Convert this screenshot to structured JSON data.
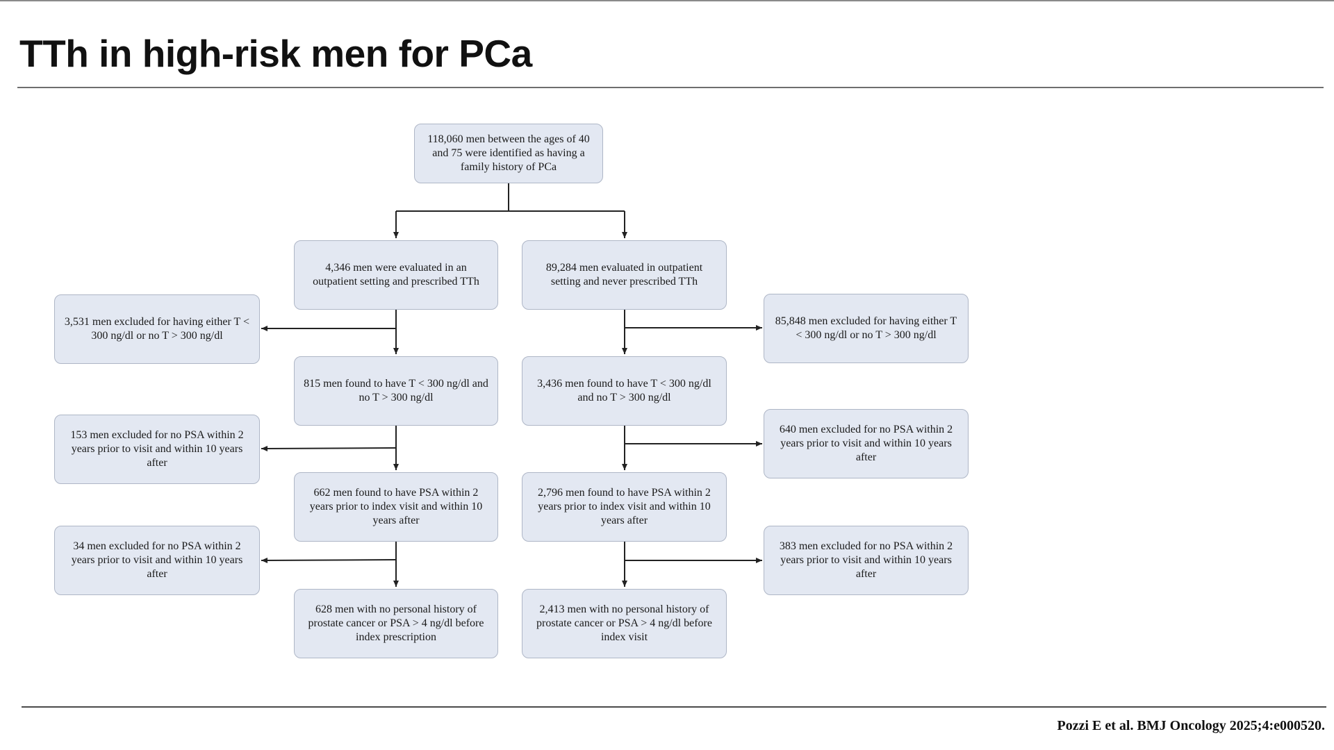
{
  "slide": {
    "title": "TTh in high-risk men for PCa",
    "citation": "Pozzi E et al. BMJ Oncology 2025;4:e000520."
  },
  "flowchart": {
    "root": "118,060 men between the ages of 40 and 75 were identified as having a family history of PCa",
    "left_branch": {
      "evaluated": "4,346 men were evaluated in an outpatient setting and prescribed TTh",
      "excluded_testosterone": "3,531 men excluded for having either T < 300 ng/dl or no T > 300 ng/dl",
      "found_low_t": "815 men found to have T < 300 ng/dl and no T > 300 ng/dl",
      "excluded_no_psa_1": "153 men excluded for no PSA within 2 years prior to visit and within 10 years after",
      "found_psa": "662 men found to have PSA within 2 years prior to index visit and within 10 years after",
      "excluded_no_psa_2": "34 men excluded for no PSA within 2 years prior to visit and within 10 years after",
      "final": "628 men with no personal history of prostate cancer or PSA > 4 ng/dl before index prescription"
    },
    "right_branch": {
      "evaluated": "89,284 men evaluated in outpatient setting and never prescribed TTh",
      "excluded_testosterone": "85,848 men excluded for having either T < 300 ng/dl or no T > 300 ng/dl",
      "found_low_t": "3,436 men found to have T < 300 ng/dl and no T > 300 ng/dl",
      "excluded_no_psa_1": "640 men excluded for no PSA within 2 years prior to visit and within 10 years after",
      "found_psa": "2,796 men found to have PSA within 2 years prior to index visit and within 10 years after",
      "excluded_no_psa_2": "383 men excluded for no PSA within 2 years prior to visit and within 10 years after",
      "final": "2,413 men with no personal history of prostate cancer or PSA > 4 ng/dl before index visit"
    }
  }
}
